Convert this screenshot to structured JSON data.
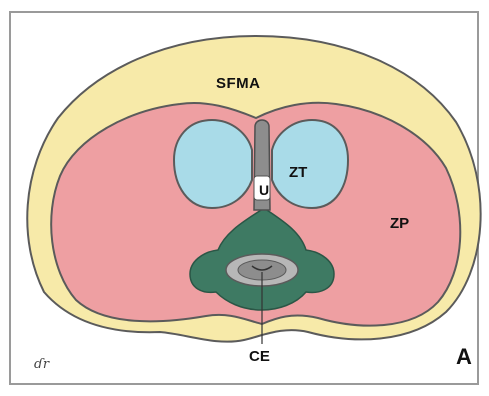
{
  "figure": {
    "panel_letter": "A",
    "signature_mark": "ɗr"
  },
  "labels": {
    "sfma": "SFMA",
    "zt": "ZT",
    "u": "U",
    "zp": "ZP",
    "ce": "CE"
  },
  "colors": {
    "background": "#ffffff",
    "border": "#9a9a9a",
    "capsule_fill": "#f7eaa9",
    "zp_fill": "#ee9fa2",
    "zt_fill": "#a9dbe8",
    "central_zone_fill": "#3e7a63",
    "urethra_fill": "#8d8d8d",
    "outline": "#5b5b5b"
  }
}
